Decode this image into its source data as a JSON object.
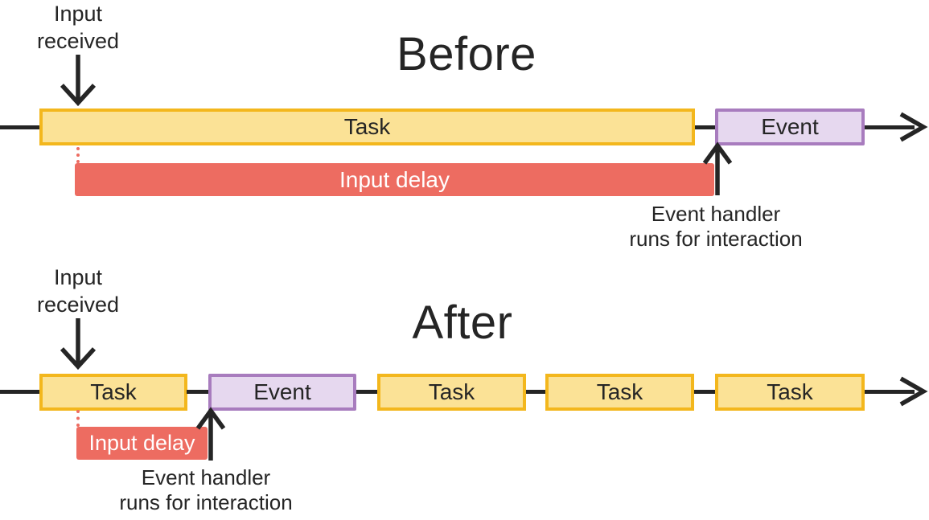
{
  "colors": {
    "ink": "#252525",
    "task_fill": "#FBE296",
    "task_border": "#F3B71D",
    "event_fill": "#E6D8EF",
    "event_border": "#A87CBE",
    "delay_fill": "#ED6C61",
    "delay_text": "#FFFFFF"
  },
  "before": {
    "title": "Before",
    "input_label": "Input received",
    "task_label": "Task",
    "event_label": "Event",
    "delay_label": "Input delay",
    "caption_line1": "Event handler",
    "caption_line2": "runs for interaction"
  },
  "after": {
    "title": "After",
    "input_label": "Input received",
    "delay_label": "Input delay",
    "caption_line1": "Event handler",
    "caption_line2": "runs for interaction",
    "segments": [
      {
        "type": "task",
        "label": "Task"
      },
      {
        "type": "event",
        "label": "Event"
      },
      {
        "type": "task",
        "label": "Task"
      },
      {
        "type": "task",
        "label": "Task"
      },
      {
        "type": "task",
        "label": "Task"
      }
    ]
  }
}
